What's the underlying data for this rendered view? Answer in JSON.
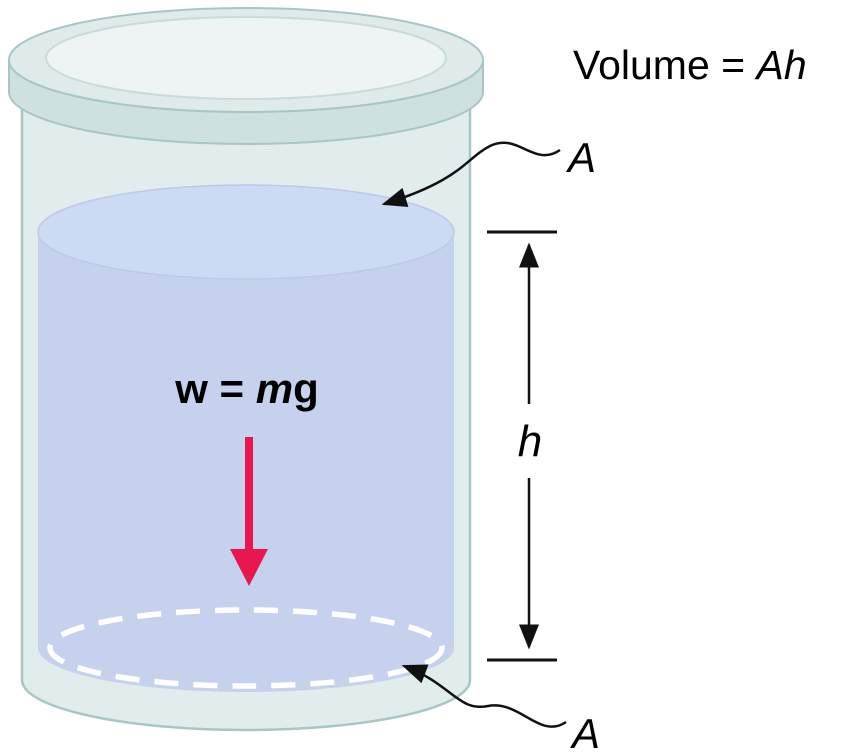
{
  "labels": {
    "volume_prefix": "Volume = ",
    "volume_variables": "Ah",
    "area_top": "A",
    "area_bottom": "A",
    "height": "h",
    "weight_w": "w",
    "weight_equals": " = ",
    "weight_m": "m",
    "weight_g": "g"
  },
  "colors": {
    "fluid_body": "#c6d2ed",
    "fluid_surface": "#cddaf4",
    "glass_body": "#e1ecec",
    "glass_rim_band": "#cfe0e0",
    "glass_rim_top": "#dfebeb",
    "glass_rim_inner": "#eef4f4",
    "glass_outline": "#a9c6c6",
    "dashed_area_outline": "#ffffff",
    "weight_arrow": "#e8174f",
    "annotation": "#111111"
  }
}
